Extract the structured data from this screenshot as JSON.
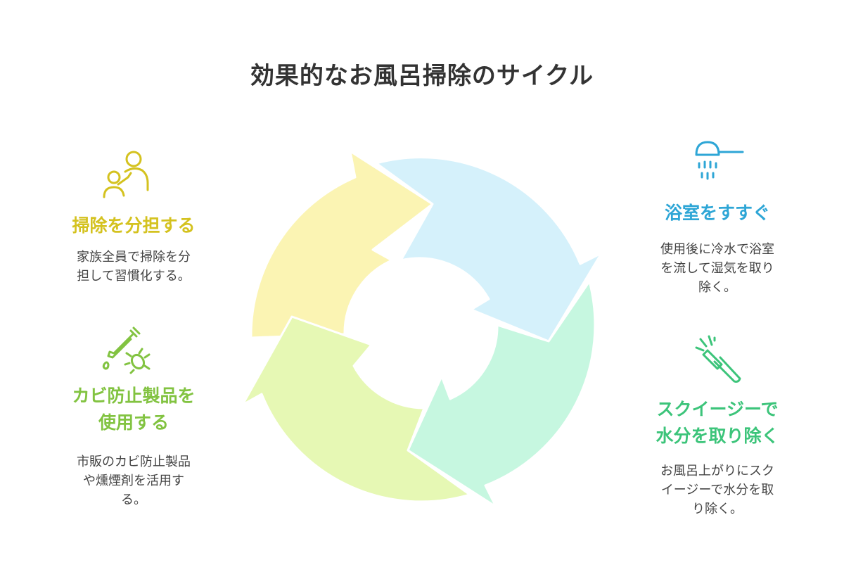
{
  "title": "効果的なお風呂掃除のサイクル",
  "colors": {
    "share_accent": "#d4c21f",
    "share_segment": "#fbf4b3",
    "rinse_accent": "#2ea6d6",
    "rinse_segment": "#d5f1fb",
    "squeegee_accent": "#3cc47a",
    "squeegee_segment": "#c6f7e0",
    "mold_accent": "#82c341",
    "mold_segment": "#e6f8b4"
  },
  "steps": {
    "share": {
      "icon": "people-icon",
      "heading": "掃除を分担する",
      "desc_lines": [
        "家族全員で掃除を分",
        "担して習慣化する。"
      ]
    },
    "rinse": {
      "icon": "shower-icon",
      "heading": "浴室をすすぐ",
      "desc_lines": [
        "使用後に冷水で浴室",
        "を流して湿気を取り",
        "除く。"
      ]
    },
    "squeegee": {
      "icon": "squeegee-icon",
      "heading_lines": [
        "スクイージーで",
        "水分を取り除く"
      ],
      "desc_lines": [
        "お風呂上がりにスク",
        "イージーで水分を取",
        "り除く。"
      ]
    },
    "mold": {
      "icon": "dropper-bug-icon",
      "heading_lines": [
        "カビ防止製品を",
        "使用する"
      ],
      "desc_lines": [
        "市販のカビ防止製品",
        "や燻煙剤を活用す",
        "る。"
      ]
    }
  }
}
